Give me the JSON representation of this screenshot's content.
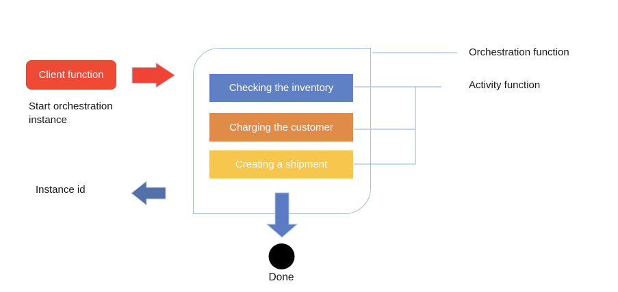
{
  "client": {
    "label": "Client function",
    "color": "#EF4A35"
  },
  "captions": {
    "start": "Start orchestration\ninstance",
    "instance": "Instance id",
    "done": "Done"
  },
  "orchestration": {
    "label": "Orchestration function",
    "activity_label": "Activity function",
    "activities": [
      {
        "label": "Checking the inventory",
        "color": "#5F80C4"
      },
      {
        "label": "Charging the customer",
        "color": "#E18B49"
      },
      {
        "label": "Creating a shipment",
        "color": "#F7C64D"
      }
    ]
  },
  "icons": {
    "arrow_right": "red right arrow from client to orchestration",
    "arrow_down": "blue down arrow from orchestration to done",
    "arrow_left": "blue left arrow returning instance id",
    "done_circle": "black terminator circle"
  },
  "colors": {
    "arrow_red": "#EF4335",
    "arrow_down_blue": "#5B7CC5",
    "arrow_left_blue": "#5470A8",
    "connector": "#A5BFDF",
    "container_border": "#A5BFDF",
    "done_circle": "#000000",
    "text": "#161616",
    "background": "#FFFFFF"
  }
}
